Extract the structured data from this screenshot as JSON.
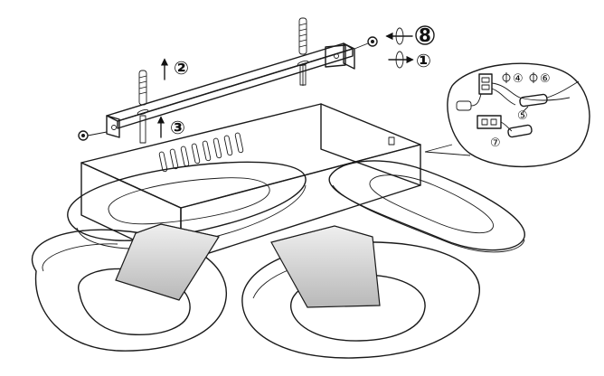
{
  "colors": {
    "line": "#1a1a1a",
    "shade_dark": "#b4b4b4",
    "shade_light": "#e4e4e4",
    "background": "#ffffff"
  },
  "steps": {
    "step_2": "②",
    "step_3": "③",
    "step_8": "8",
    "step_1": "①",
    "step_4": "④",
    "step_6": "⑥",
    "step_5": "⑤",
    "step_7": "⑦"
  }
}
